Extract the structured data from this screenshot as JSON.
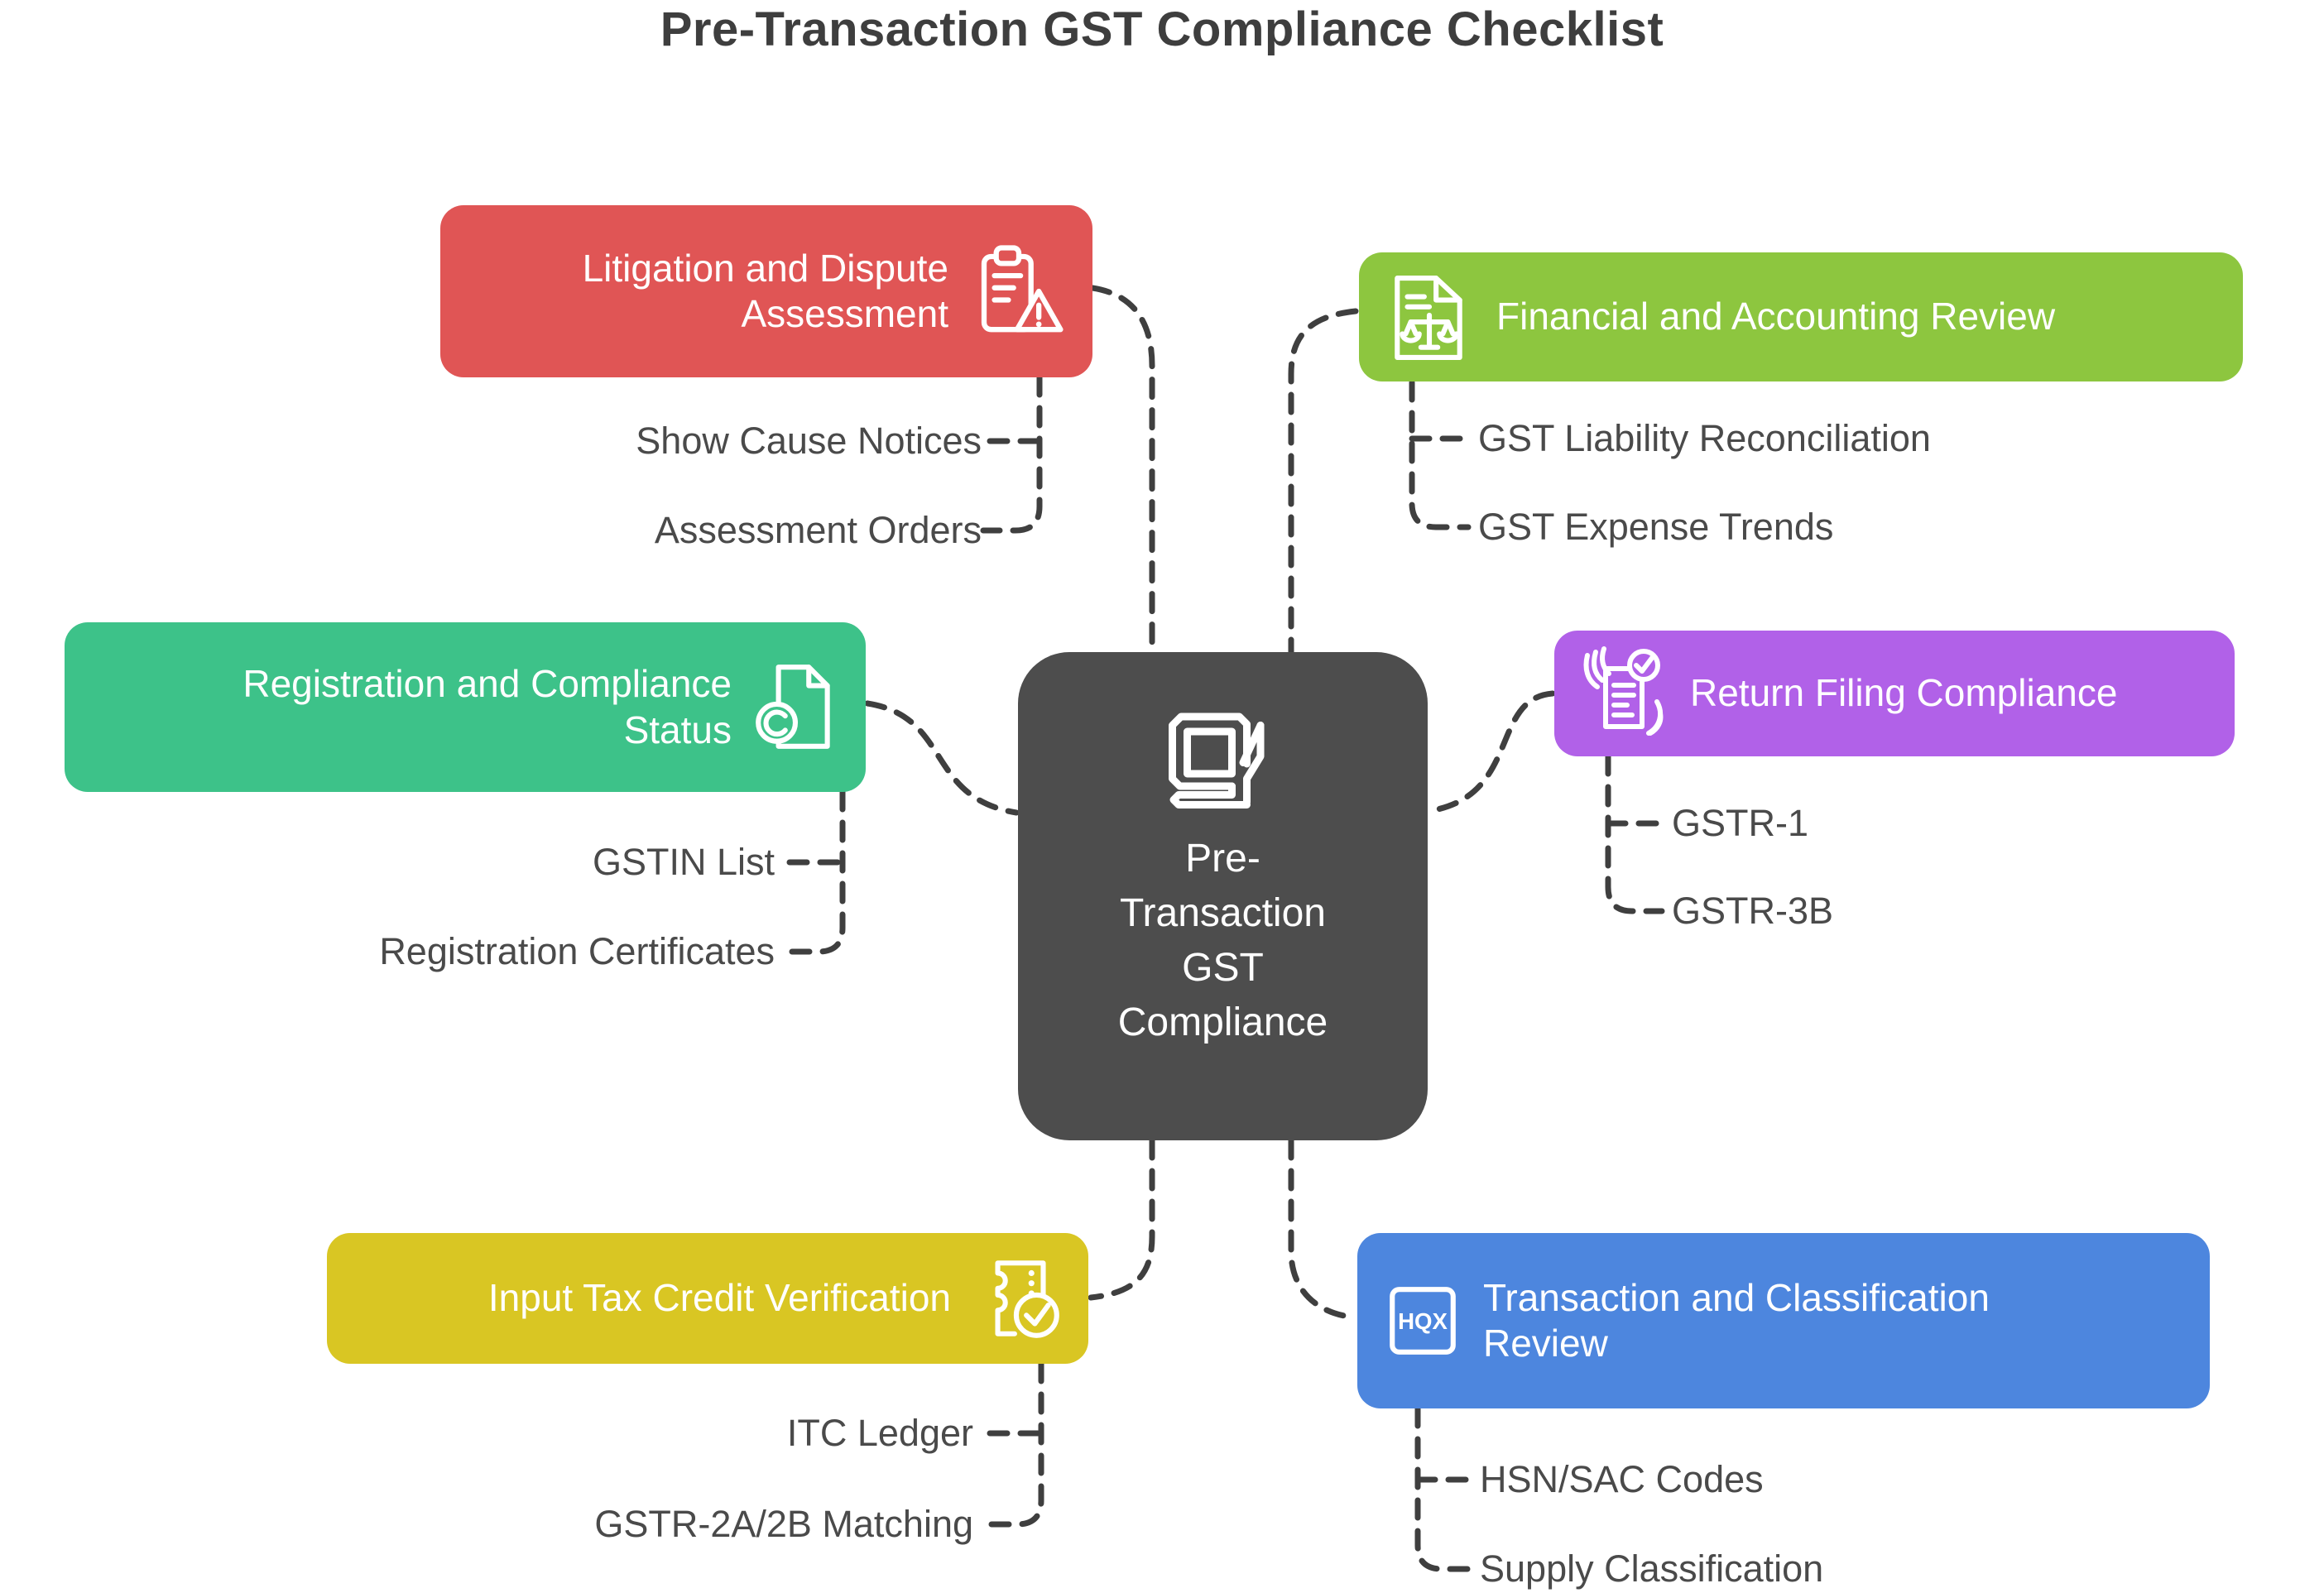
{
  "title": "Pre-Transaction GST Compliance Checklist",
  "connector_color": "#3F3F3F",
  "text_color": "#4A4A4A",
  "center": {
    "label": "Pre-Transaction GST Compliance",
    "label_lines": [
      "Pre-",
      "Transaction",
      "GST",
      "Compliance"
    ],
    "color": "#4D4D4D",
    "icon": "gst-logo-icon"
  },
  "branches": [
    {
      "id": "litigation",
      "label": "Litigation and Dispute Assessment",
      "color": "#E05555",
      "icon": "clipboard-warning-icon",
      "children": [
        "Show Cause Notices",
        "Assessment Orders"
      ]
    },
    {
      "id": "financial",
      "label": "Financial and Accounting Review",
      "color": "#8DC63F",
      "icon": "document-scale-icon",
      "children": [
        "GST Liability Reconciliation",
        "GST Expense Trends"
      ]
    },
    {
      "id": "registration",
      "label": "Registration and Compliance Status",
      "color": "#3DC289",
      "icon": "document-copyright-icon",
      "children": [
        "GSTIN List",
        "Registration Certificates"
      ]
    },
    {
      "id": "returns",
      "label": "Return Filing Compliance",
      "color": "#B161E8",
      "icon": "hands-checklist-icon",
      "children": [
        "GSTR-1",
        "GSTR-3B"
      ]
    },
    {
      "id": "itc",
      "label": "Input Tax Credit Verification",
      "color": "#D9C623",
      "icon": "receipt-check-icon",
      "children": [
        "ITC Ledger",
        "GSTR-2A/2B Matching"
      ]
    },
    {
      "id": "transaction",
      "label": "Transaction and Classification Review",
      "color": "#4D86DE",
      "icon": "hqx-icon",
      "icon_text": "HQX",
      "children": [
        "HSN/SAC Codes",
        "Supply Classification"
      ]
    }
  ]
}
